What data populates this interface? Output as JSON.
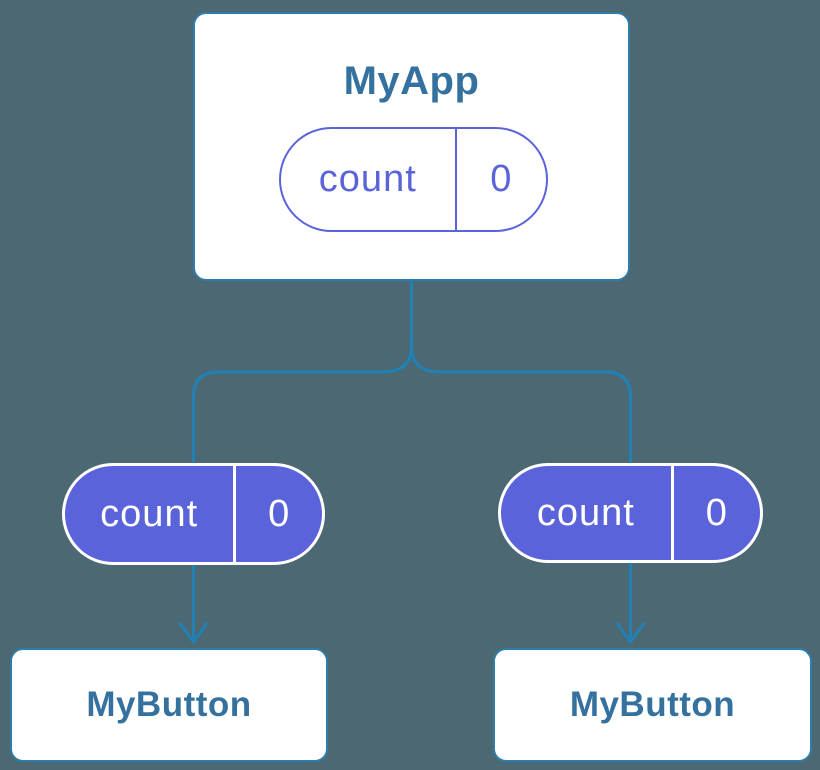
{
  "colors": {
    "bg": "#4C6872",
    "line": "#2380B2",
    "card-border": "#2E7CA9",
    "card-text": "#35719E",
    "indigo": "#5B63DB",
    "pill-text": "#FFFFFF"
  },
  "root": {
    "title": "MyApp",
    "state": {
      "key": "count",
      "value": "0"
    }
  },
  "children": [
    {
      "title": "MyButton",
      "state": {
        "key": "count",
        "value": "0"
      }
    },
    {
      "title": "MyButton",
      "state": {
        "key": "count",
        "value": "0"
      }
    }
  ]
}
